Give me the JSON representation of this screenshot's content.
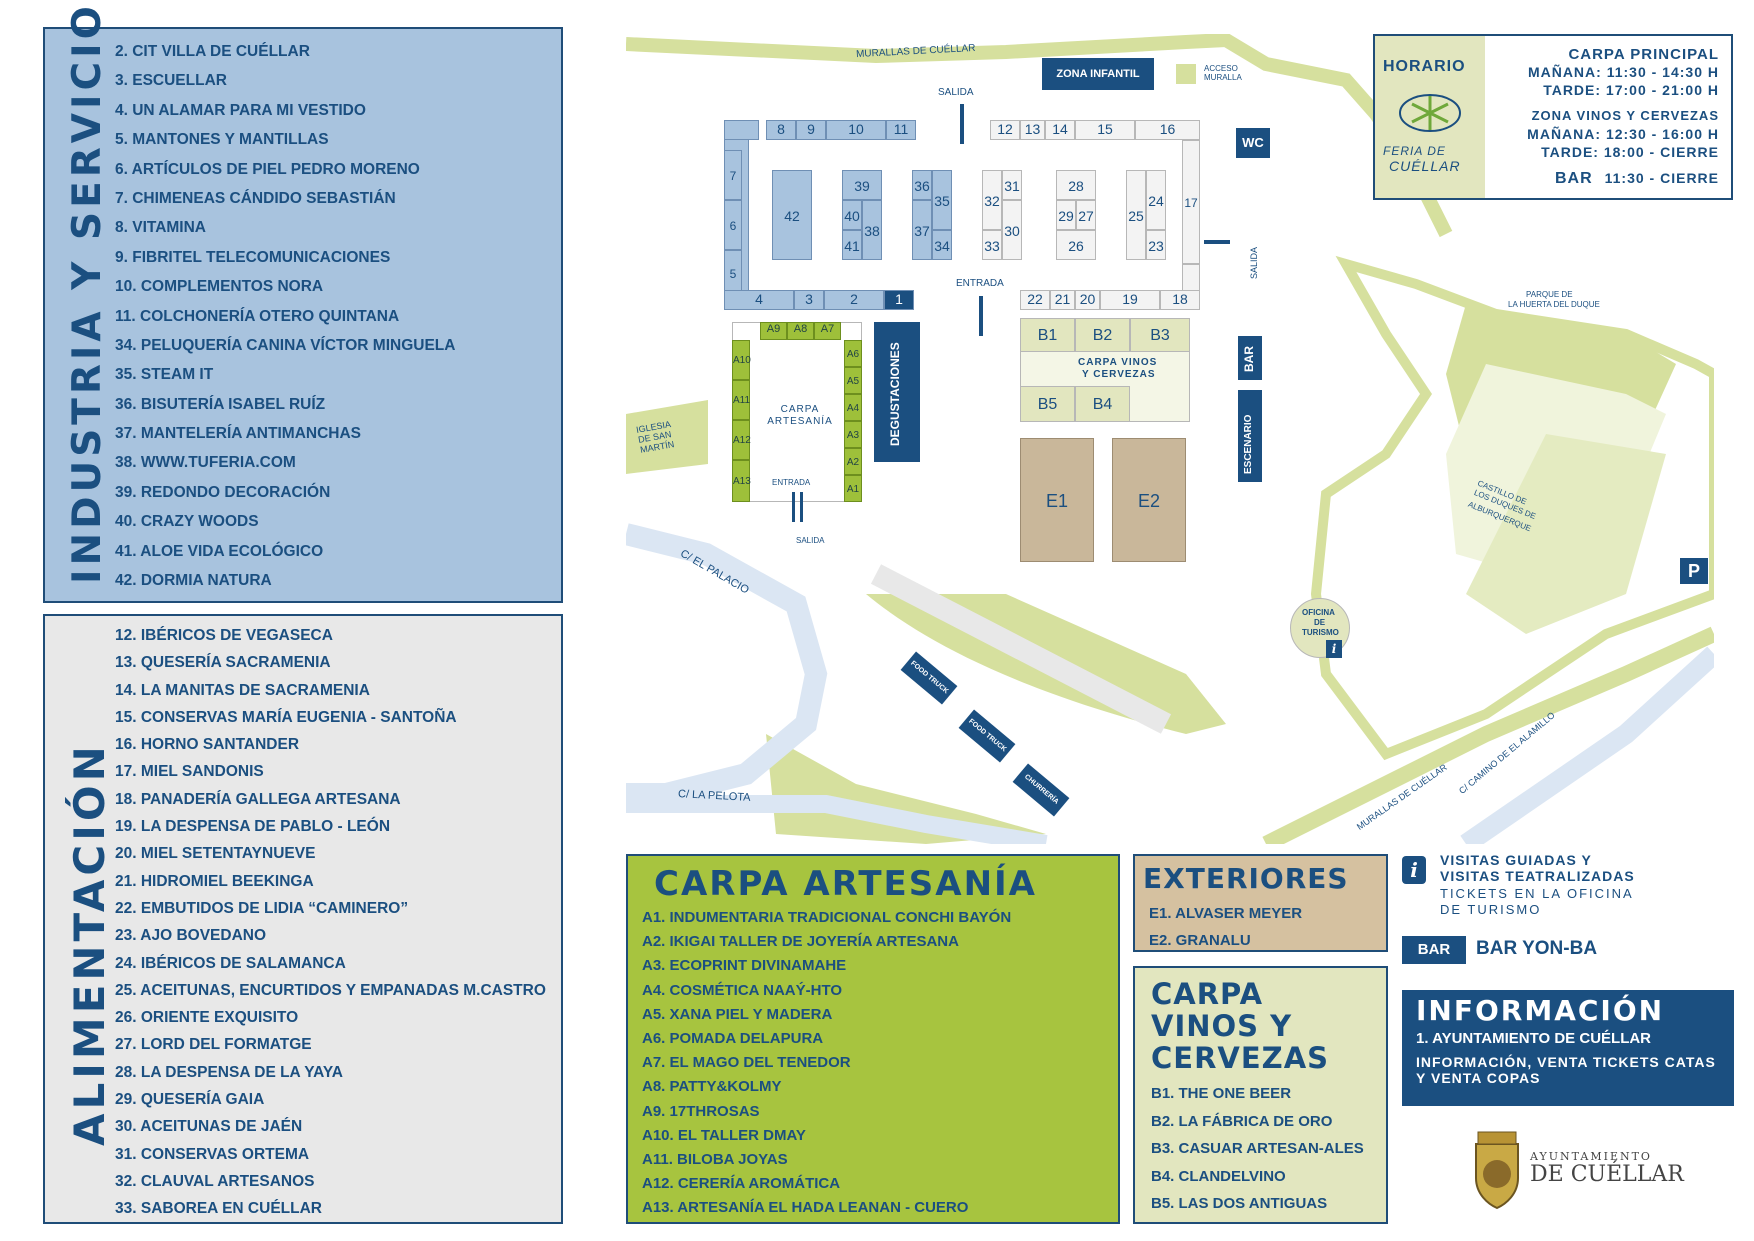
{
  "industria": {
    "title": "INDUSTRIA Y SERVICIOS",
    "items": [
      "2. CIT VILLA DE CUÉLLAR",
      "3. ESCUELLAR",
      "4. UN ALAMAR PARA MI VESTIDO",
      "5. MANTONES Y MANTILLAS",
      "6. ARTÍCULOS DE PIEL PEDRO MORENO",
      "7. CHIMENEAS CÁNDIDO SEBASTIÁN",
      "8. VITAMINA",
      "9. FIBRITEL TELECOMUNICACIONES",
      "10. COMPLEMENTOS NORA",
      "11. COLCHONERÍA OTERO QUINTANA",
      "34. PELUQUERÍA CANINA VÍCTOR MINGUELA",
      "35. STEAM IT",
      "36. BISUTERÍA ISABEL RUÍZ",
      "37. MANTELERÍA ANTIMANCHAS",
      "38. WWW.TUFERIA.COM",
      "39. REDONDO DECORACIÓN",
      "40. CRAZY WOODS",
      "41. ALOE VIDA ECOLÓGICO",
      "42. DORMIA NATURA"
    ]
  },
  "alimentacion": {
    "title": "ALIMENTACIÓN",
    "items": [
      "12.  IBÉRICOS DE VEGASECA",
      "13. QUESERÍA SACRAMENIA",
      "14. LA MANITAS DE SACRAMENIA",
      "15. CONSERVAS MARÍA EUGENIA - SANTOÑA",
      "16. HORNO SANTANDER",
      "17. MIEL SANDONIS",
      "18. PANADERÍA GALLEGA ARTESANA",
      "19. LA DESPENSA DE PABLO - LEÓN",
      "20. MIEL SETENTAYNUEVE",
      "21. HIDROMIEL BEEKINGA",
      "22. EMBUTIDOS DE LIDIA “CAMINERO”",
      "23. AJO BOVEDANO",
      "24. IBÉRICOS DE SALAMANCA",
      "25. ACEITUNAS, ENCURTIDOS Y EMPANADAS M.CASTRO",
      "26. ORIENTE EXQUISITO",
      "27. LORD DEL FORMATGE",
      "28. LA DESPENSA DE LA YAYA",
      "29. QUESERÍA GAIA",
      "30. ACEITUNAS DE JAÉN",
      "31. CONSERVAS ORTEMA",
      "32. CLAUVAL ARTESANOS",
      "33. SABOREA EN CUÉLLAR"
    ]
  },
  "artesania": {
    "title": "CARPA ARTESANÍA",
    "items": [
      "A1. INDUMENTARIA TRADICIONAL CONCHI BAYÓN",
      "A2. IKIGAI TALLER DE JOYERÍA ARTESANA",
      "A3. ECOPRINT DIVINAMAHE",
      "A4. COSMÉTICA NAAÝ-HTO",
      "A5. XANA PIEL Y MADERA",
      "A6. POMADA DELAPURA",
      "A7. EL MAGO DEL TENEDOR",
      "A8. PATTY&KOLMY",
      "A9. 17THROSAS",
      "A10. EL TALLER DMAY",
      "A11. BILOBA JOYAS",
      "A12. CERERÍA AROMÁTICA",
      "A13. ARTESANÍA EL HADA LEANAN - CUERO"
    ]
  },
  "exteriores": {
    "title": "EXTERIORES",
    "items": [
      "E1. ALVASER MEYER",
      "E2. GRANALU"
    ]
  },
  "vinos": {
    "title": "CARPA VINOS Y CERVEZAS",
    "items": [
      "B1. THE ONE BEER",
      "B2. LA FÁBRICA DE ORO",
      "B3. CASUAR ARTESAN-ALES",
      "B4. CLANDELVINO",
      "B5. LAS DOS ANTIGUAS"
    ]
  },
  "horario": {
    "label": "HORARIO",
    "logo_line1": "FERIA DE",
    "logo_line2": "CUÉLLAR",
    "principal_title": "CARPA PRINCIPAL",
    "principal_morning": "MAÑANA: 11:30 - 14:30 H",
    "principal_evening": "TARDE: 17:00 - 21:00 H",
    "vinos_title": "ZONA VINOS Y CERVEZAS",
    "vinos_morning": "MAÑANA: 12:30 - 16:00 H",
    "vinos_evening": "TARDE: 18:00 - CIERRE",
    "bar_label": "BAR",
    "bar_hours": "11:30 - CIERRE"
  },
  "visitas": {
    "line1": "VISITAS GUIADAS Y",
    "line2": "VISITAS TEATRALIZADAS",
    "line3": "TICKETS EN LA OFICINA",
    "line4": "DE TURISMO"
  },
  "bar": {
    "tag": "BAR",
    "name": "BAR YON-BA"
  },
  "informacion": {
    "title": "INFORMACIÓN",
    "line1": "1. AYUNTAMIENTO DE CUÉLLAR",
    "line2": "INFORMACIÓN, VENTA TICKETS CATAS Y VENTA COPAS"
  },
  "ayuntamiento": {
    "line1": "AYUNTAMIENTO",
    "line2": "DE CUÉLLAR"
  },
  "map": {
    "murallas_top": "MURALLAS DE CUÉLLAR",
    "zona_infantil": "ZONA INFANTIL",
    "acceso_muralla": "ACCESO MURALLA",
    "salida": "SALIDA",
    "entrada": "ENTRADA",
    "wc": "WC",
    "bar": "BAR",
    "escenario": "ESCENARIO",
    "degustaciones": "DEGUSTACIONES",
    "carpa_artesania_l1": "CARPA",
    "carpa_artesania_l2": "ARTESANÍA",
    "carpa_vinos_l1": "CARPA VINOS",
    "carpa_vinos_l2": "Y CERVEZAS",
    "iglesia_l1": "IGLESIA",
    "iglesia_l2": "DE SAN",
    "iglesia_l3": "MARTÍN",
    "parque_l1": "PARQUE DE",
    "parque_l2": "LA HUERTA DEL DUQUE",
    "castillo_l1": "CASTILLO DE",
    "castillo_l2": "LOS DUQUES DE",
    "castillo_l3": "ALBURQUERQUE",
    "oficina_l1": "OFICINA",
    "oficina_l2": "DE",
    "oficina_l3": "TURISMO",
    "calle_palacio": "C/ EL PALACIO",
    "calle_pelota": "C/ LA PELOTA",
    "camino_alamillo": "C/ CAMINO DE EL ALAMILLO",
    "murallas_bottom": "MURALLAS DE CUÉLLAR",
    "food_truck": "FOOD TRUCK",
    "churreria": "CHURRERÍA",
    "parking": "P",
    "info_icon": "i",
    "stalls_top": [
      "8",
      "9",
      "10",
      "11"
    ],
    "stalls_top_right": [
      "12",
      "13",
      "14",
      "15",
      "16"
    ],
    "stalls_left": [
      "7",
      "6",
      "5"
    ],
    "stalls_bottom_left": [
      "4",
      "3",
      "2",
      "1"
    ],
    "stalls_bottom_right": [
      "22",
      "21",
      "20",
      "19",
      "18"
    ],
    "stall_17": "17",
    "centre_stalls": [
      "42",
      "39",
      "40",
      "38",
      "41",
      "36",
      "35",
      "37",
      "34",
      "31",
      "32",
      "30",
      "33",
      "28",
      "29",
      "27",
      "26",
      "25",
      "24",
      "23"
    ],
    "art_top": [
      "A9",
      "A8",
      "A7"
    ],
    "art_left": [
      "A10",
      "A11",
      "A12",
      "A13"
    ],
    "art_right": [
      "A6",
      "A5",
      "A4",
      "A3",
      "A2",
      "A1"
    ],
    "vinos_stalls": [
      "B1",
      "B2",
      "B3",
      "B5",
      "B4"
    ],
    "ext_stalls": [
      "E1",
      "E2"
    ]
  },
  "colors": {
    "navy": "#1b4f80",
    "light_blue": "#a8c3de",
    "green": "#a7c43f",
    "tan": "#d5c1a0",
    "pale_green": "#e2e6bf",
    "grey": "#e8e8e8"
  }
}
